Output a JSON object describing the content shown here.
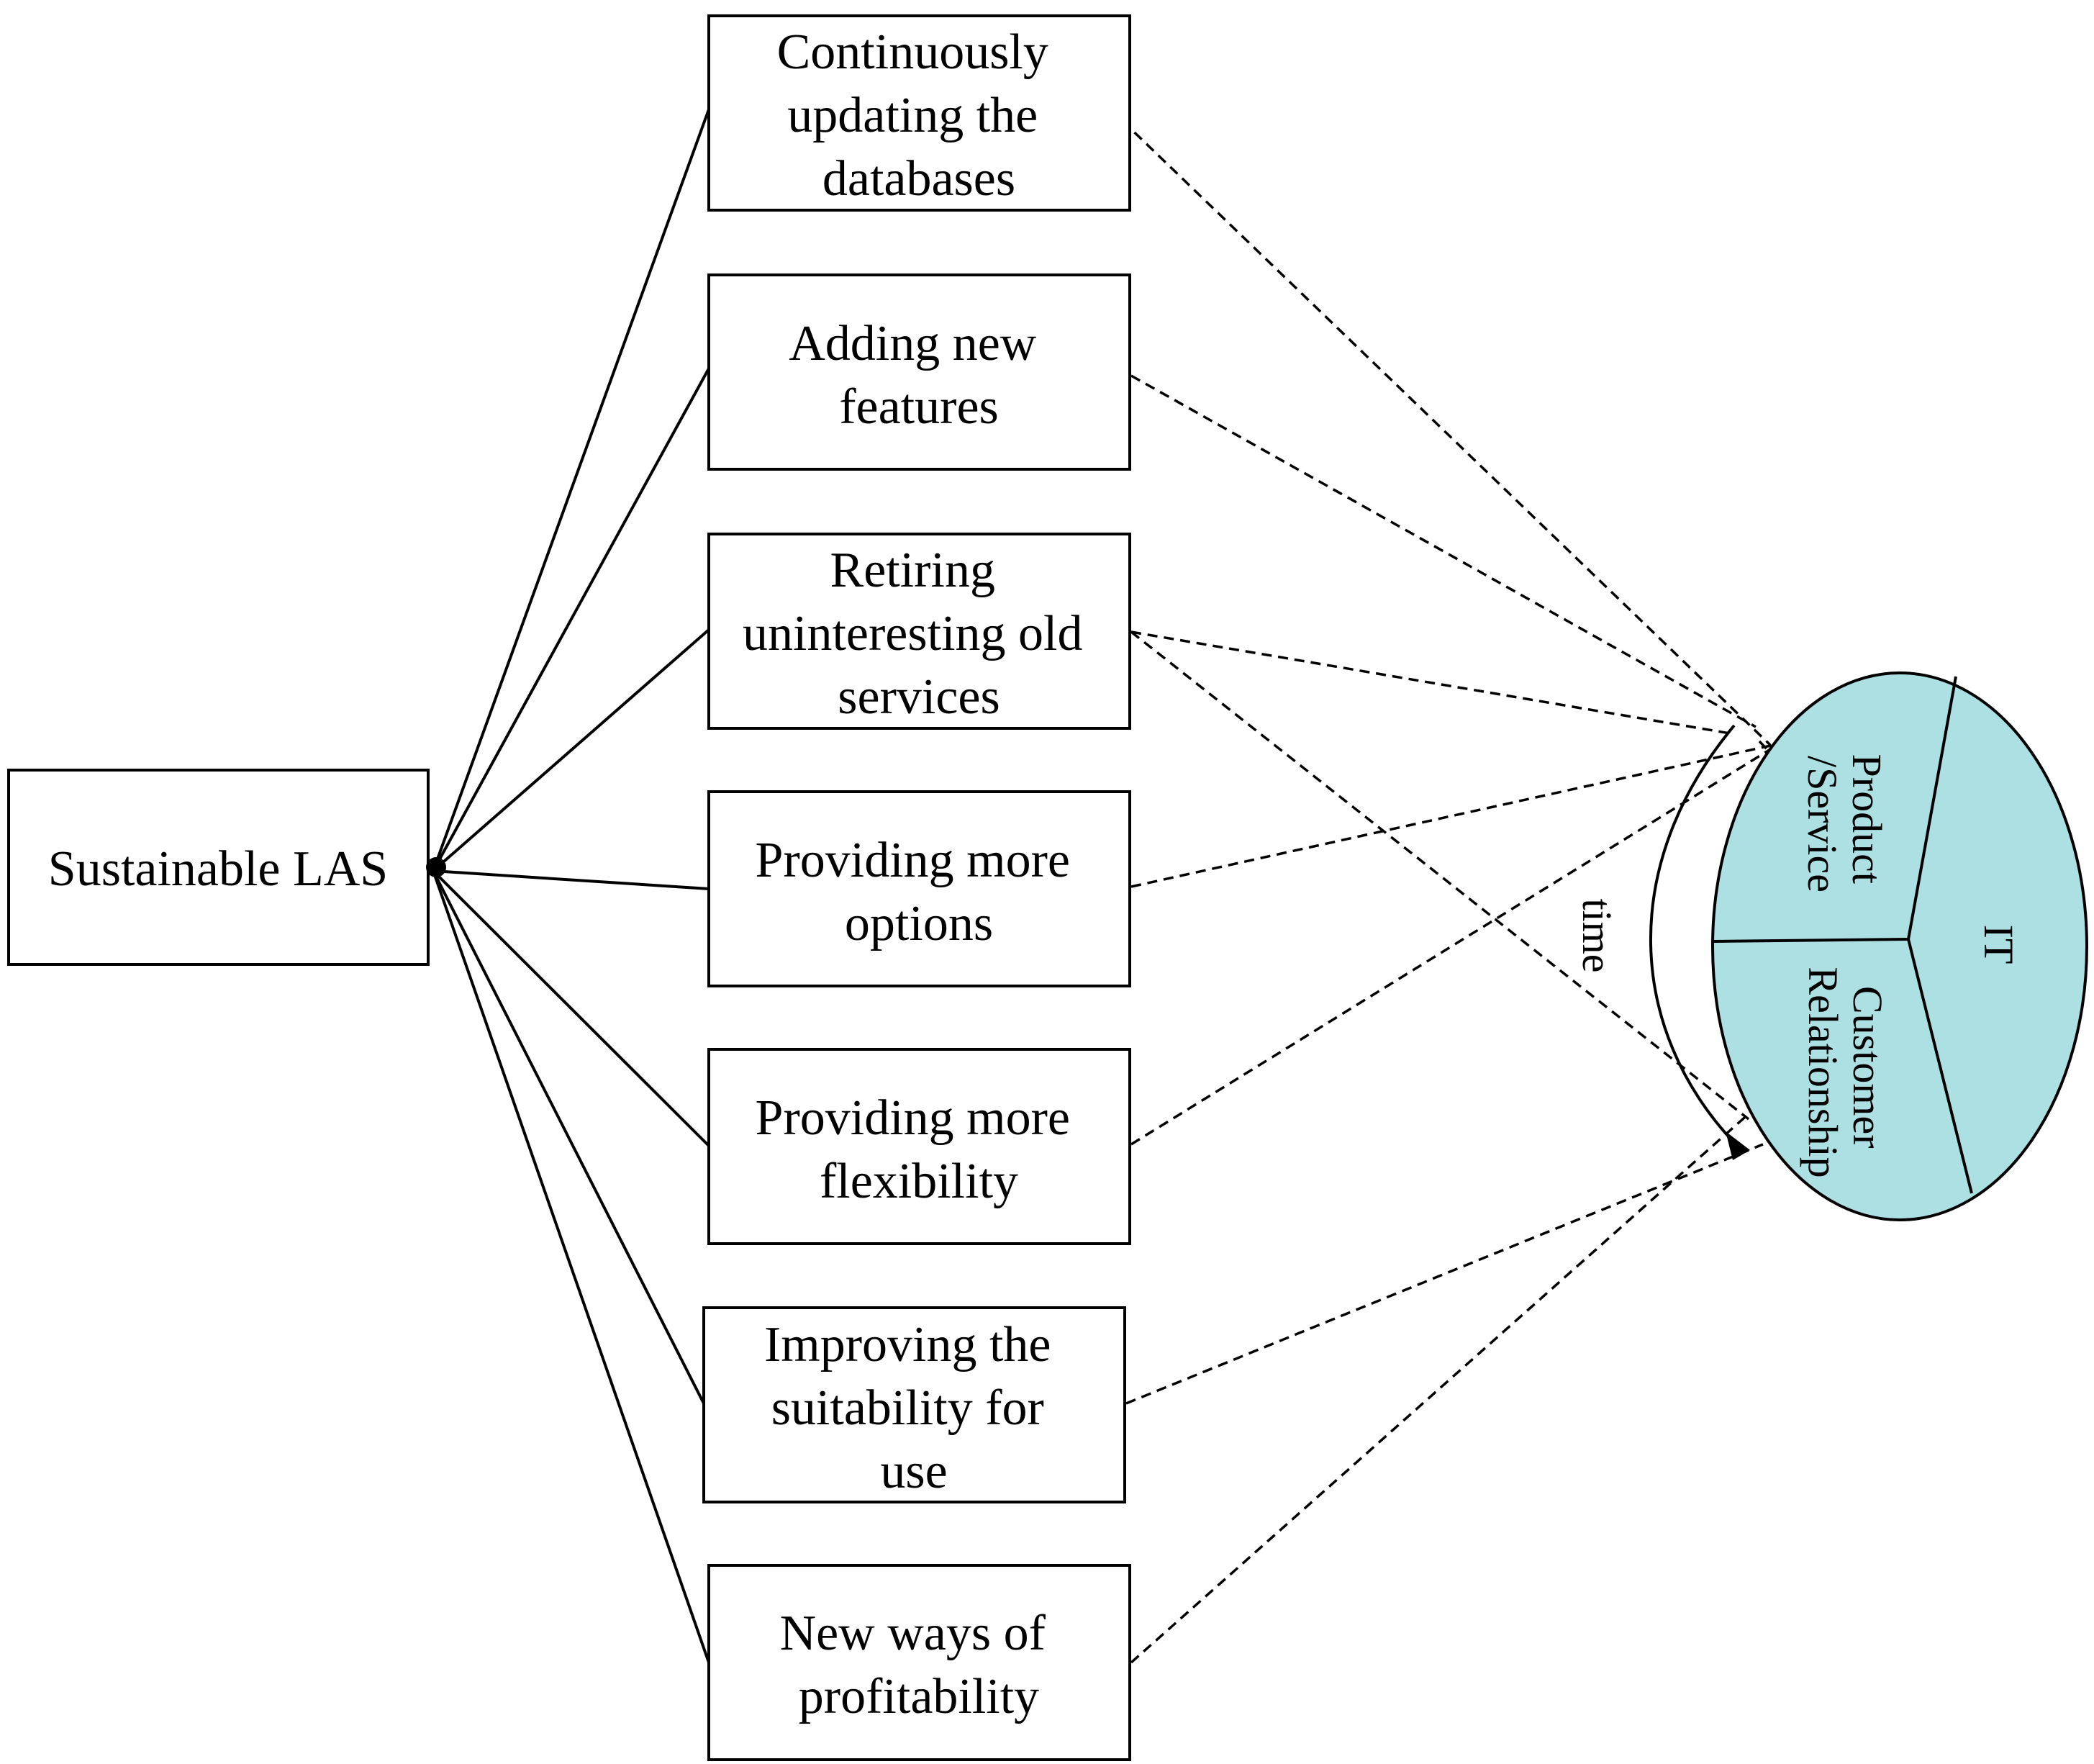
{
  "root": {
    "label": "Sustainable LAS"
  },
  "activities": [
    {
      "lines": [
        "Continuously",
        "updating the",
        "databases"
      ]
    },
    {
      "lines": [
        "Adding new",
        "features"
      ]
    },
    {
      "lines": [
        "Retiring",
        "uninteresting old",
        "services"
      ]
    },
    {
      "lines": [
        "Providing more",
        "options"
      ]
    },
    {
      "lines": [
        "Providing more",
        "flexibility"
      ]
    },
    {
      "lines": [
        "Improving the",
        "suitability for",
        "use"
      ]
    },
    {
      "lines": [
        "New ways of",
        "profitability"
      ]
    }
  ],
  "pie": {
    "segments": {
      "product_service": [
        "Product",
        "/Service"
      ],
      "it": "IT",
      "customer_relationship": [
        "Customer",
        "Relationship"
      ]
    },
    "fill_color": "#ade0e3"
  },
  "time_label": "time"
}
